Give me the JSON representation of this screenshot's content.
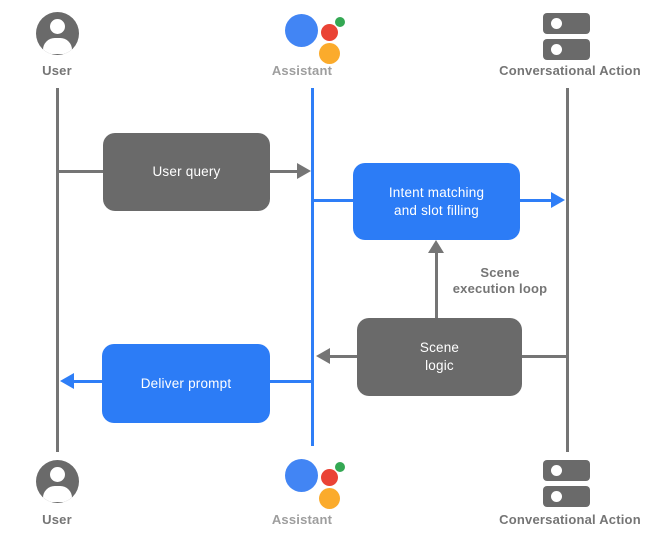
{
  "actors": {
    "top": [
      {
        "id": "user",
        "label": "User"
      },
      {
        "id": "assistant",
        "label": "Assistant"
      },
      {
        "id": "conversational_action",
        "label": "Conversational Action"
      }
    ],
    "bottom": [
      {
        "id": "user",
        "label": "User"
      },
      {
        "id": "assistant",
        "label": "Assistant"
      },
      {
        "id": "conversational_action",
        "label": "Conversational Action"
      }
    ]
  },
  "nodes": {
    "user_query": {
      "label": "User query"
    },
    "intent_matching": {
      "line1": "Intent matching",
      "line2": "and slot filling"
    },
    "scene_logic": {
      "line1": "Scene",
      "line2": "logic"
    },
    "deliver_prompt": {
      "label": "Deliver prompt"
    }
  },
  "annotations": {
    "scene_execution_loop": {
      "line1": "Scene",
      "line2": "execution loop"
    }
  },
  "flow": [
    {
      "from": "User",
      "to": "Assistant",
      "via": "User query",
      "color": "gray"
    },
    {
      "from": "Assistant",
      "to": "Conversational Action",
      "via": "Intent matching and slot filling",
      "color": "blue"
    },
    {
      "from": "Scene logic",
      "to": "Intent matching and slot filling",
      "via": "Scene execution loop",
      "color": "gray"
    },
    {
      "from": "Conversational Action",
      "to": "Assistant",
      "via": "Scene logic",
      "color": "gray"
    },
    {
      "from": "Assistant",
      "to": "User",
      "via": "Deliver prompt",
      "color": "blue"
    }
  ],
  "colors": {
    "box_gray": "#6a6a6a",
    "box_blue": "#2c7cf6",
    "line_gray": "#757575",
    "line_blue": "#2e7ef7",
    "label_dark": "#757575",
    "label_light": "#9e9e9e",
    "assistant_blue": "#4285f4",
    "assistant_red": "#ea4335",
    "assistant_green": "#34a853",
    "assistant_yellow": "#fbab2c"
  }
}
